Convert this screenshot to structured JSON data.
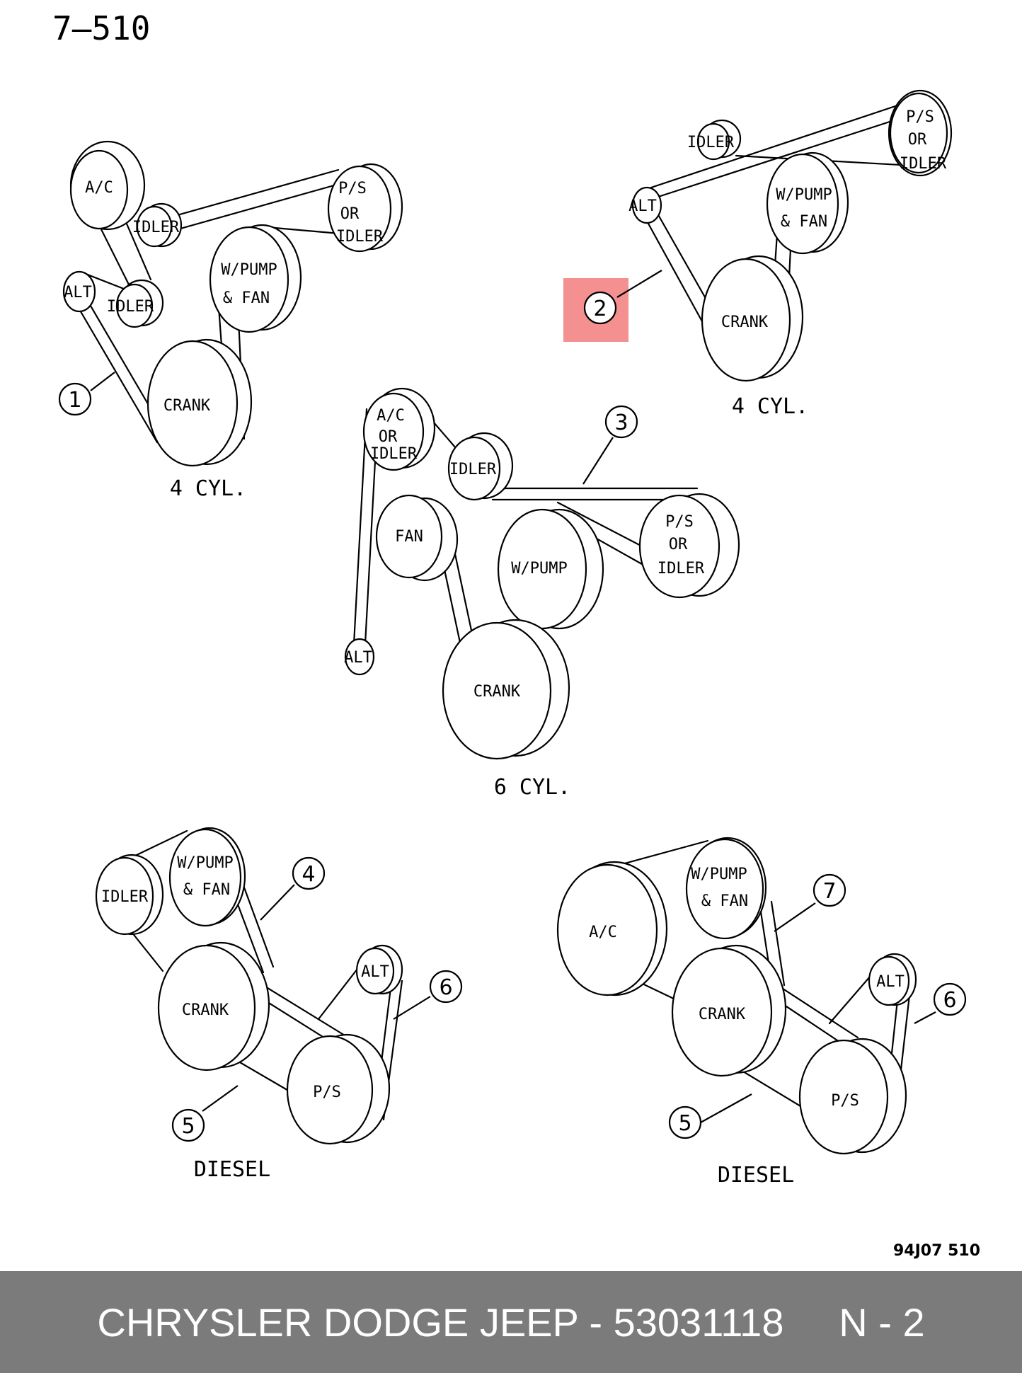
{
  "page_number": "7–510",
  "figure_code": "94J07 510",
  "footer": {
    "text": "CHRYSLER DODGE JEEP - 53031118     N - 2"
  },
  "colors": {
    "footer_bg": "#7b7b7b",
    "highlight": "#f26b6b"
  },
  "labels": {
    "ac": "A/C",
    "idler": "IDLER",
    "ps": "P/S",
    "or": "OR",
    "alt": "ALT",
    "wpump": "W/PUMP",
    "and_fan": "& FAN",
    "crank": "CRANK",
    "fan": "FAN"
  },
  "captions": {
    "four_cyl": "4 CYL.",
    "six_cyl": "6 CYL.",
    "diesel": "DIESEL"
  },
  "callouts": [
    "1",
    "2",
    "3",
    "4",
    "5",
    "6",
    "7"
  ]
}
